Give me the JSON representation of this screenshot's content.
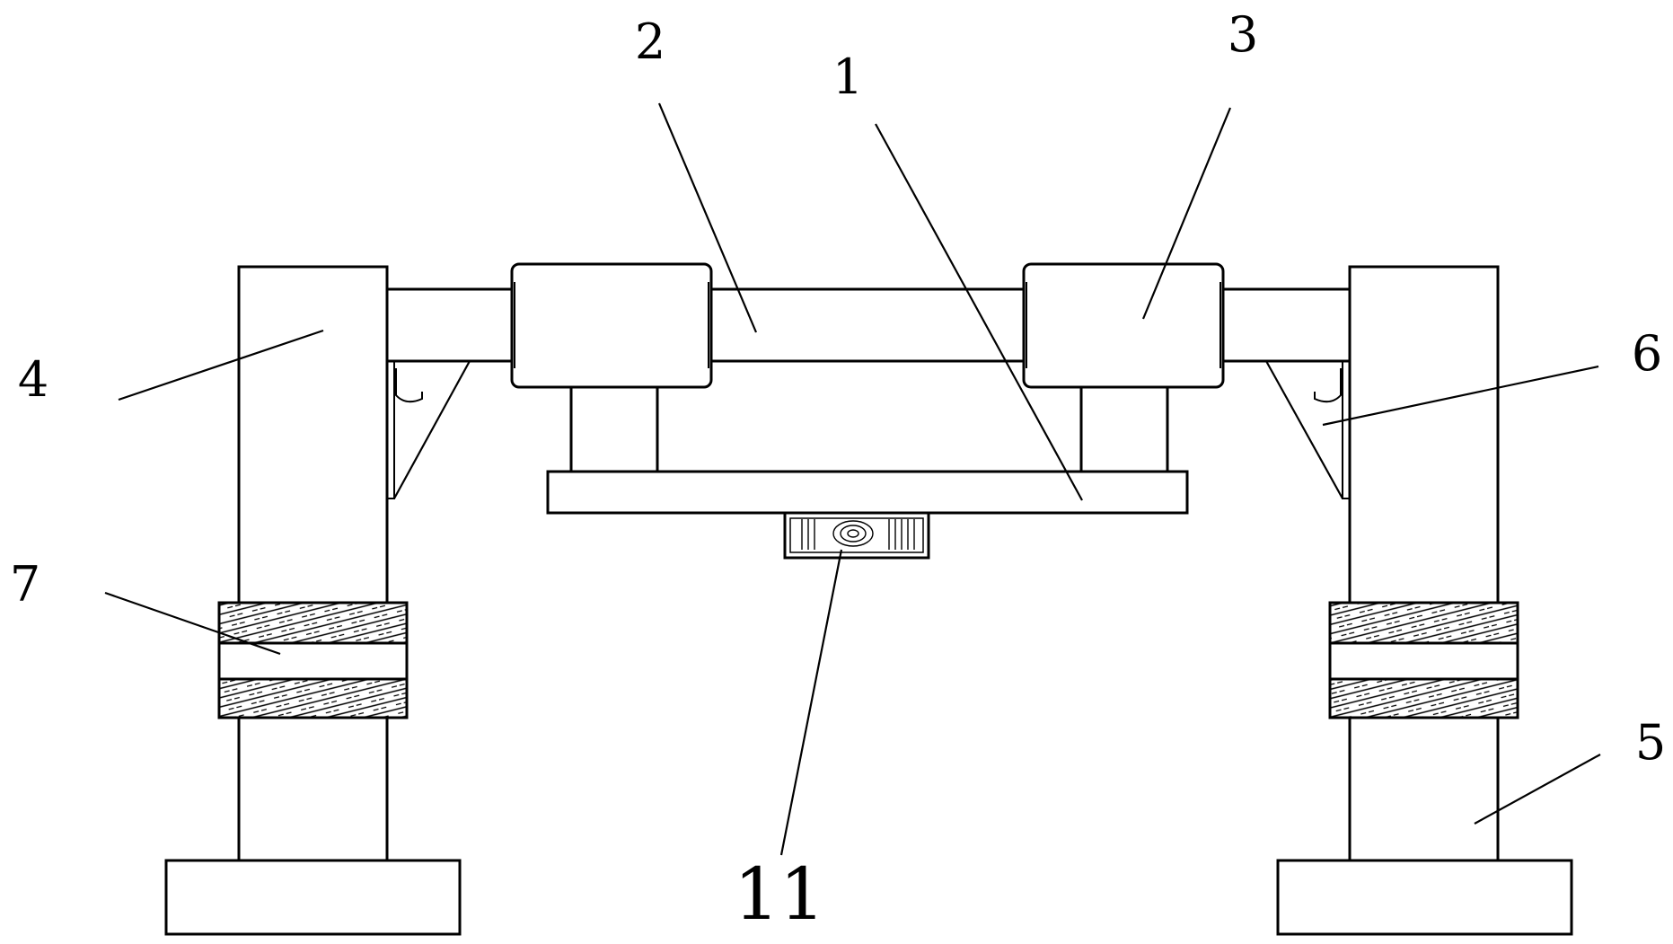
{
  "labels": {
    "l1": "1",
    "l2": "2",
    "l3": "3",
    "l4": "4",
    "l5": "5",
    "l6": "6",
    "l7": "7",
    "l11": "11"
  },
  "colors": {
    "line": "#000000",
    "background": "#ffffff"
  }
}
